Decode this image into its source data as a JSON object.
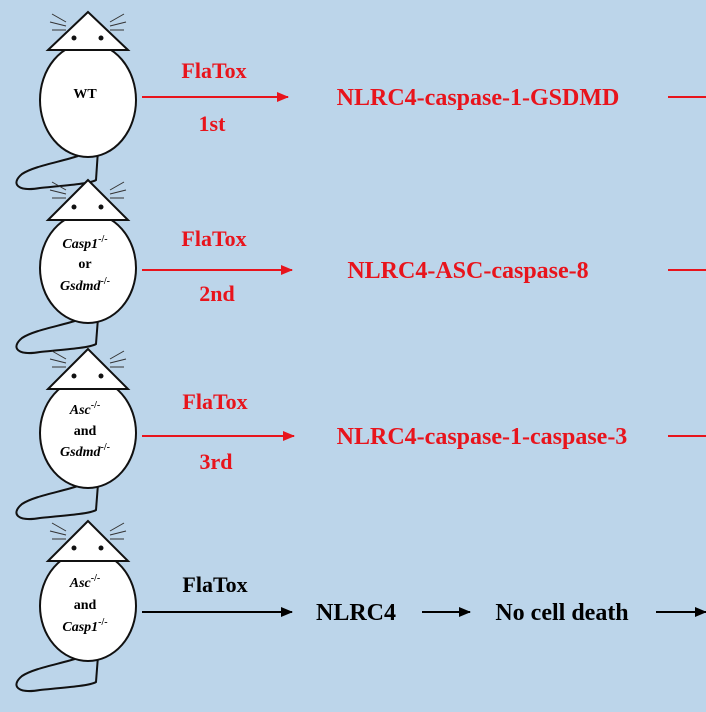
{
  "colors": {
    "background": "#bcd5ea",
    "red": "#e8141c",
    "black": "#000000",
    "mouse_fill": "#ffffff"
  },
  "rows": [
    {
      "genotype": [
        {
          "text": "WT",
          "sup": ""
        }
      ],
      "treatment": "FlaTox",
      "order": "1st",
      "pathway": "NLRC4-caspase-1-GSDMD",
      "color": "#e8141c"
    },
    {
      "genotype": [
        {
          "text": "Casp1",
          "sup": "-/-"
        },
        {
          "text": "or",
          "sup": ""
        },
        {
          "text": "Gsdmd",
          "sup": "-/-"
        }
      ],
      "treatment": "FlaTox",
      "order": "2nd",
      "pathway": "NLRC4-ASC-caspase-8",
      "color": "#e8141c"
    },
    {
      "genotype": [
        {
          "text": "Asc",
          "sup": "-/-"
        },
        {
          "text": "and",
          "sup": ""
        },
        {
          "text": "Gsdmd",
          "sup": "-/-"
        }
      ],
      "treatment": "FlaTox",
      "order": "3rd",
      "pathway": "NLRC4-caspase-1-caspase-3",
      "color": "#e8141c"
    },
    {
      "genotype": [
        {
          "text": "Asc",
          "sup": "-/-"
        },
        {
          "text": "and",
          "sup": ""
        },
        {
          "text": "Casp1",
          "sup": "-/-"
        }
      ],
      "treatment": "FlaTox",
      "order": "",
      "pathway": "NLRC4",
      "outcome": "No cell death",
      "color": "#000000"
    }
  ]
}
